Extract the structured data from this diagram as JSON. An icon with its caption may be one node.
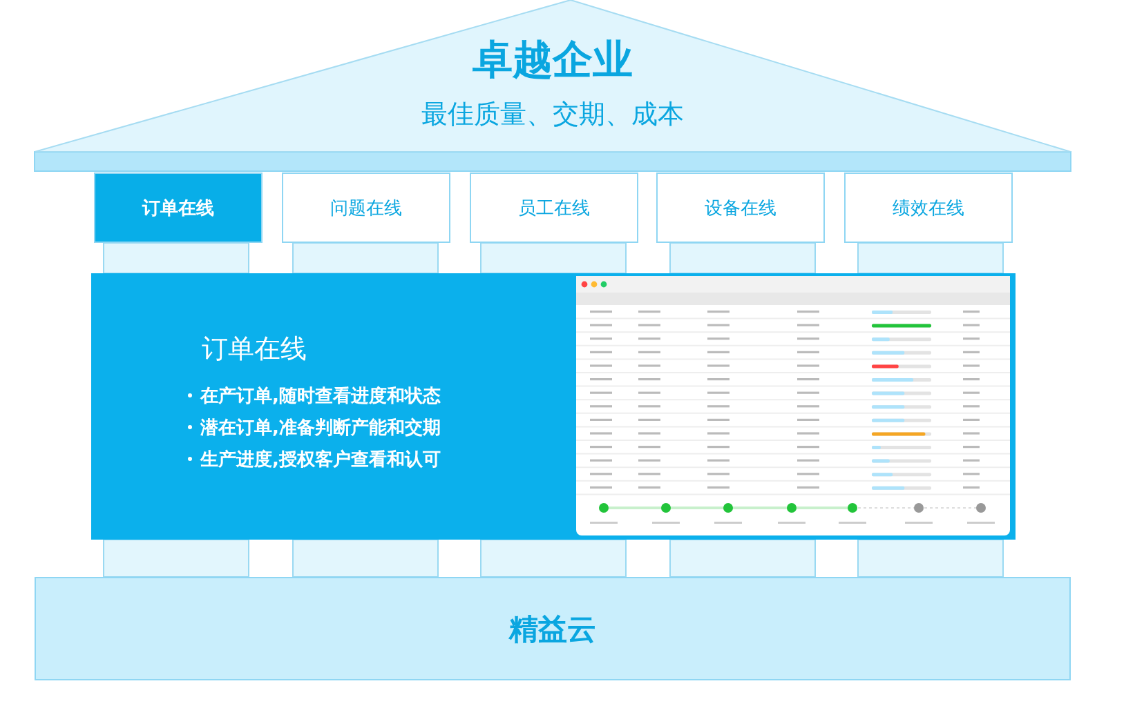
{
  "diagram": {
    "nodes": [
      {
        "text": [
          "卓越企业",
          "最佳质量、交期、成本"
        ]
      },
      {
        "text": [
          "订单在线"
        ]
      },
      {
        "text": [
          "问题在线"
        ]
      },
      {
        "text": [
          "员工在线"
        ]
      },
      {
        "text": [
          "设备在线"
        ]
      },
      {
        "text": [
          "绩效在线"
        ]
      },
      {
        "text": [
          "订单在线",
          "在产订单,随时查看进度和状态",
          "潜在订单,准备判断产能和交期",
          "生产进度,授权客户查看和认可"
        ]
      },
      {
        "text": [
          "精益云"
        ]
      }
    ]
  }
}
